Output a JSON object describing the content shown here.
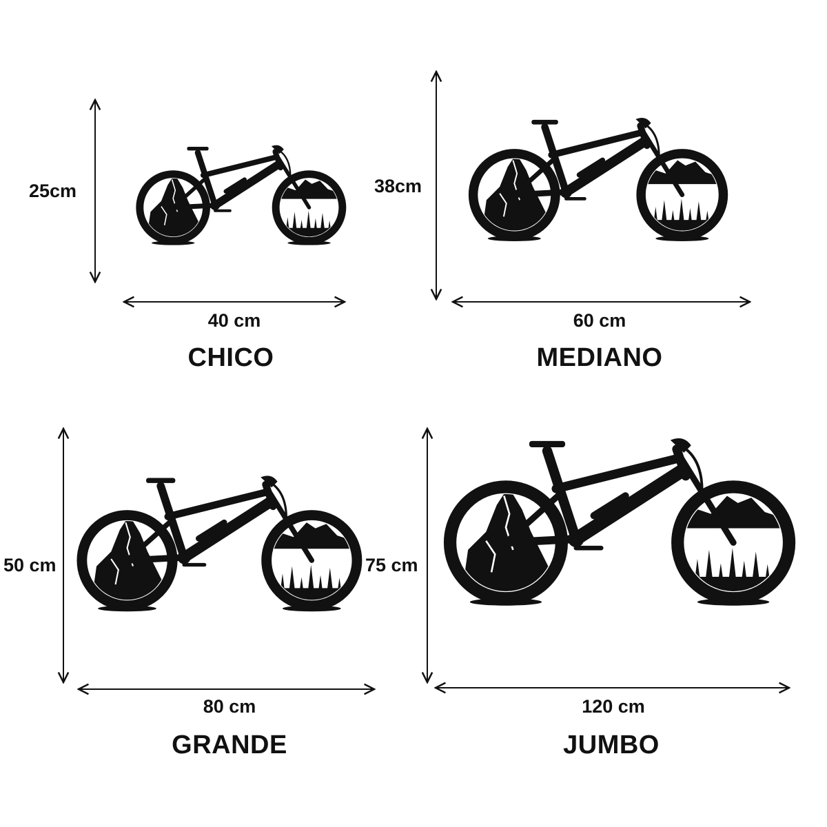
{
  "sizes": [
    {
      "name": "CHICO",
      "height_label": "25cm",
      "width_label": "40 cm"
    },
    {
      "name": "MEDIANO",
      "height_label": "38cm",
      "width_label": "60 cm"
    },
    {
      "name": "GRANDE",
      "height_label": "50 cm",
      "width_label": "80 cm"
    },
    {
      "name": "JUMBO",
      "height_label": "75 cm",
      "width_label": "120 cm"
    }
  ],
  "colors": {
    "ink": "#111111",
    "background": "#ffffff"
  }
}
